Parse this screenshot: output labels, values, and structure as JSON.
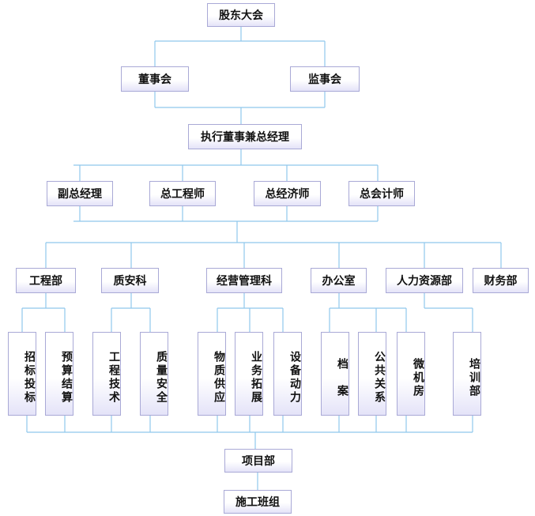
{
  "colors": {
    "line": "#8fc7ec",
    "border": "#a9a9d6",
    "fill_bottom": "#e4e3f8"
  },
  "nodes": {
    "shareholders": "股东大会",
    "board": "董事会",
    "supervisory": "监事会",
    "exec": "执行董事兼总经理",
    "vice_gm": "副总经理",
    "chief_engineer": "总工程师",
    "chief_economist": "总经济师",
    "chief_accountant": "总会计师",
    "engineering_dept": "工程部",
    "quality_safety": "质安科",
    "business_mgmt": "经营管理科",
    "office": "办公室",
    "hr": "人力资源部",
    "finance": "财务部",
    "bidding": "招标投标",
    "budget": "预算结算",
    "eng_tech": "工程技术",
    "quality_safe": "质量安全",
    "material_supply": "物质供应",
    "business_expand": "业务拓展",
    "equipment_power": "设备动力",
    "archives": "档　案",
    "public_relations": "公共关系",
    "computer_room": "微机房",
    "training": "培训部",
    "project_dept": "项目部",
    "construction_team": "施工班组"
  }
}
